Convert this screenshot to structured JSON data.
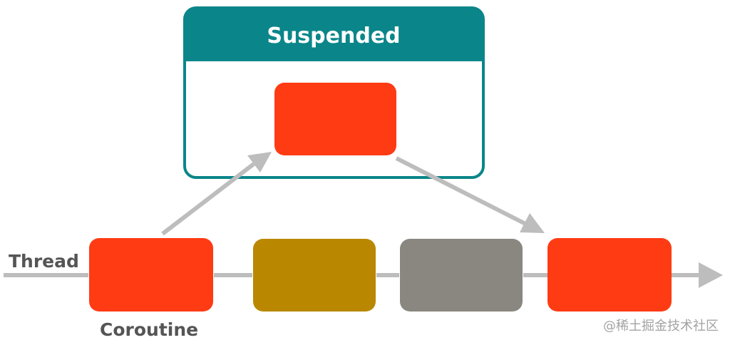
{
  "suspended_panel": {
    "title": "Suspended",
    "header_color": "#0a868a",
    "border_color": "#0a868a",
    "title_color": "#ffffff"
  },
  "thread": {
    "label": "Thread",
    "label_color": "#555555",
    "line_color": "#bdbdbd"
  },
  "coroutine": {
    "label": "Coroutine",
    "label_color": "#555555"
  },
  "blocks": {
    "suspended_block_color": "#ff3b14",
    "coroutine_block_color": "#ff3b14",
    "task_2_color": "#b98800",
    "task_3_color": "#8a8780",
    "resumed_block_color": "#ff3b14"
  },
  "arrows": {
    "color": "#bdbdbd"
  },
  "watermark": {
    "text": "@稀土掘金技术社区",
    "color": "#a3a3a3"
  }
}
